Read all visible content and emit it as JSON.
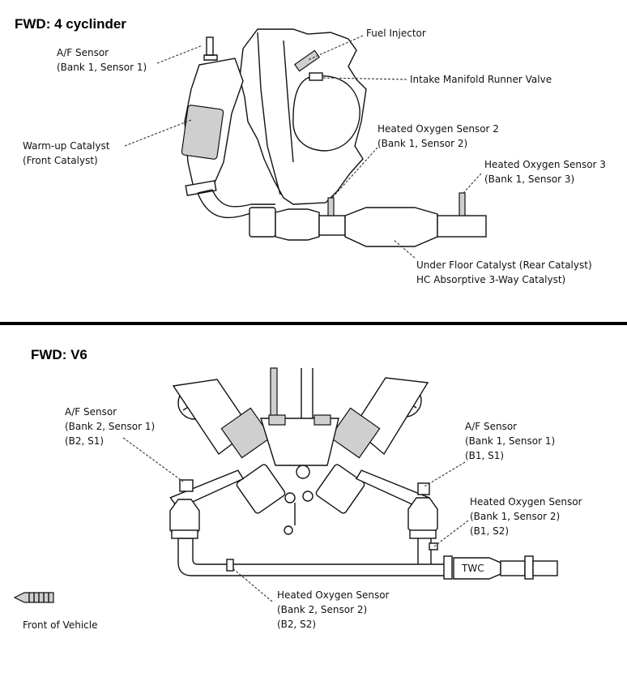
{
  "fwd4": {
    "title": "FWD: 4 cyclinder",
    "labels": {
      "af_sensor_1": "A/F Sensor",
      "af_sensor_2": "(Bank 1, Sensor 1)",
      "warmup_1": "Warm-up Catalyst",
      "warmup_2": "(Front Catalyst)",
      "fuel_injector": "Fuel Injector",
      "intake_valve": "Intake Manifold Runner Valve",
      "ho2s2_1": "Heated Oxygen Sensor 2",
      "ho2s2_2": "(Bank 1, Sensor 2)",
      "ho2s3_1": "Heated Oxygen Sensor 3",
      "ho2s3_2": "(Bank 1, Sensor 3)",
      "underfloor_1": "Under Floor Catalyst (Rear Catalyst)",
      "underfloor_2": "HC Absorptive 3-Way Catalyst)"
    }
  },
  "v6": {
    "title": "FWD: V6",
    "labels": {
      "af_b2_1": "A/F Sensor",
      "af_b2_2": "(Bank 2, Sensor 1)",
      "af_b2_3": "(B2, S1)",
      "af_b1_1": "A/F Sensor",
      "af_b1_2": "(Bank 1, Sensor 1)",
      "af_b1_3": "(B1, S1)",
      "ho2_b1_1": "Heated Oxygen Sensor",
      "ho2_b1_2": "(Bank 1, Sensor 2)",
      "ho2_b1_3": "(B1, S2)",
      "ho2_b2_1": "Heated Oxygen Sensor",
      "ho2_b2_2": "(Bank 2, Sensor 2)",
      "ho2_b2_3": "(B2, S2)",
      "twc": "TWC",
      "front": "Front of Vehicle"
    }
  }
}
